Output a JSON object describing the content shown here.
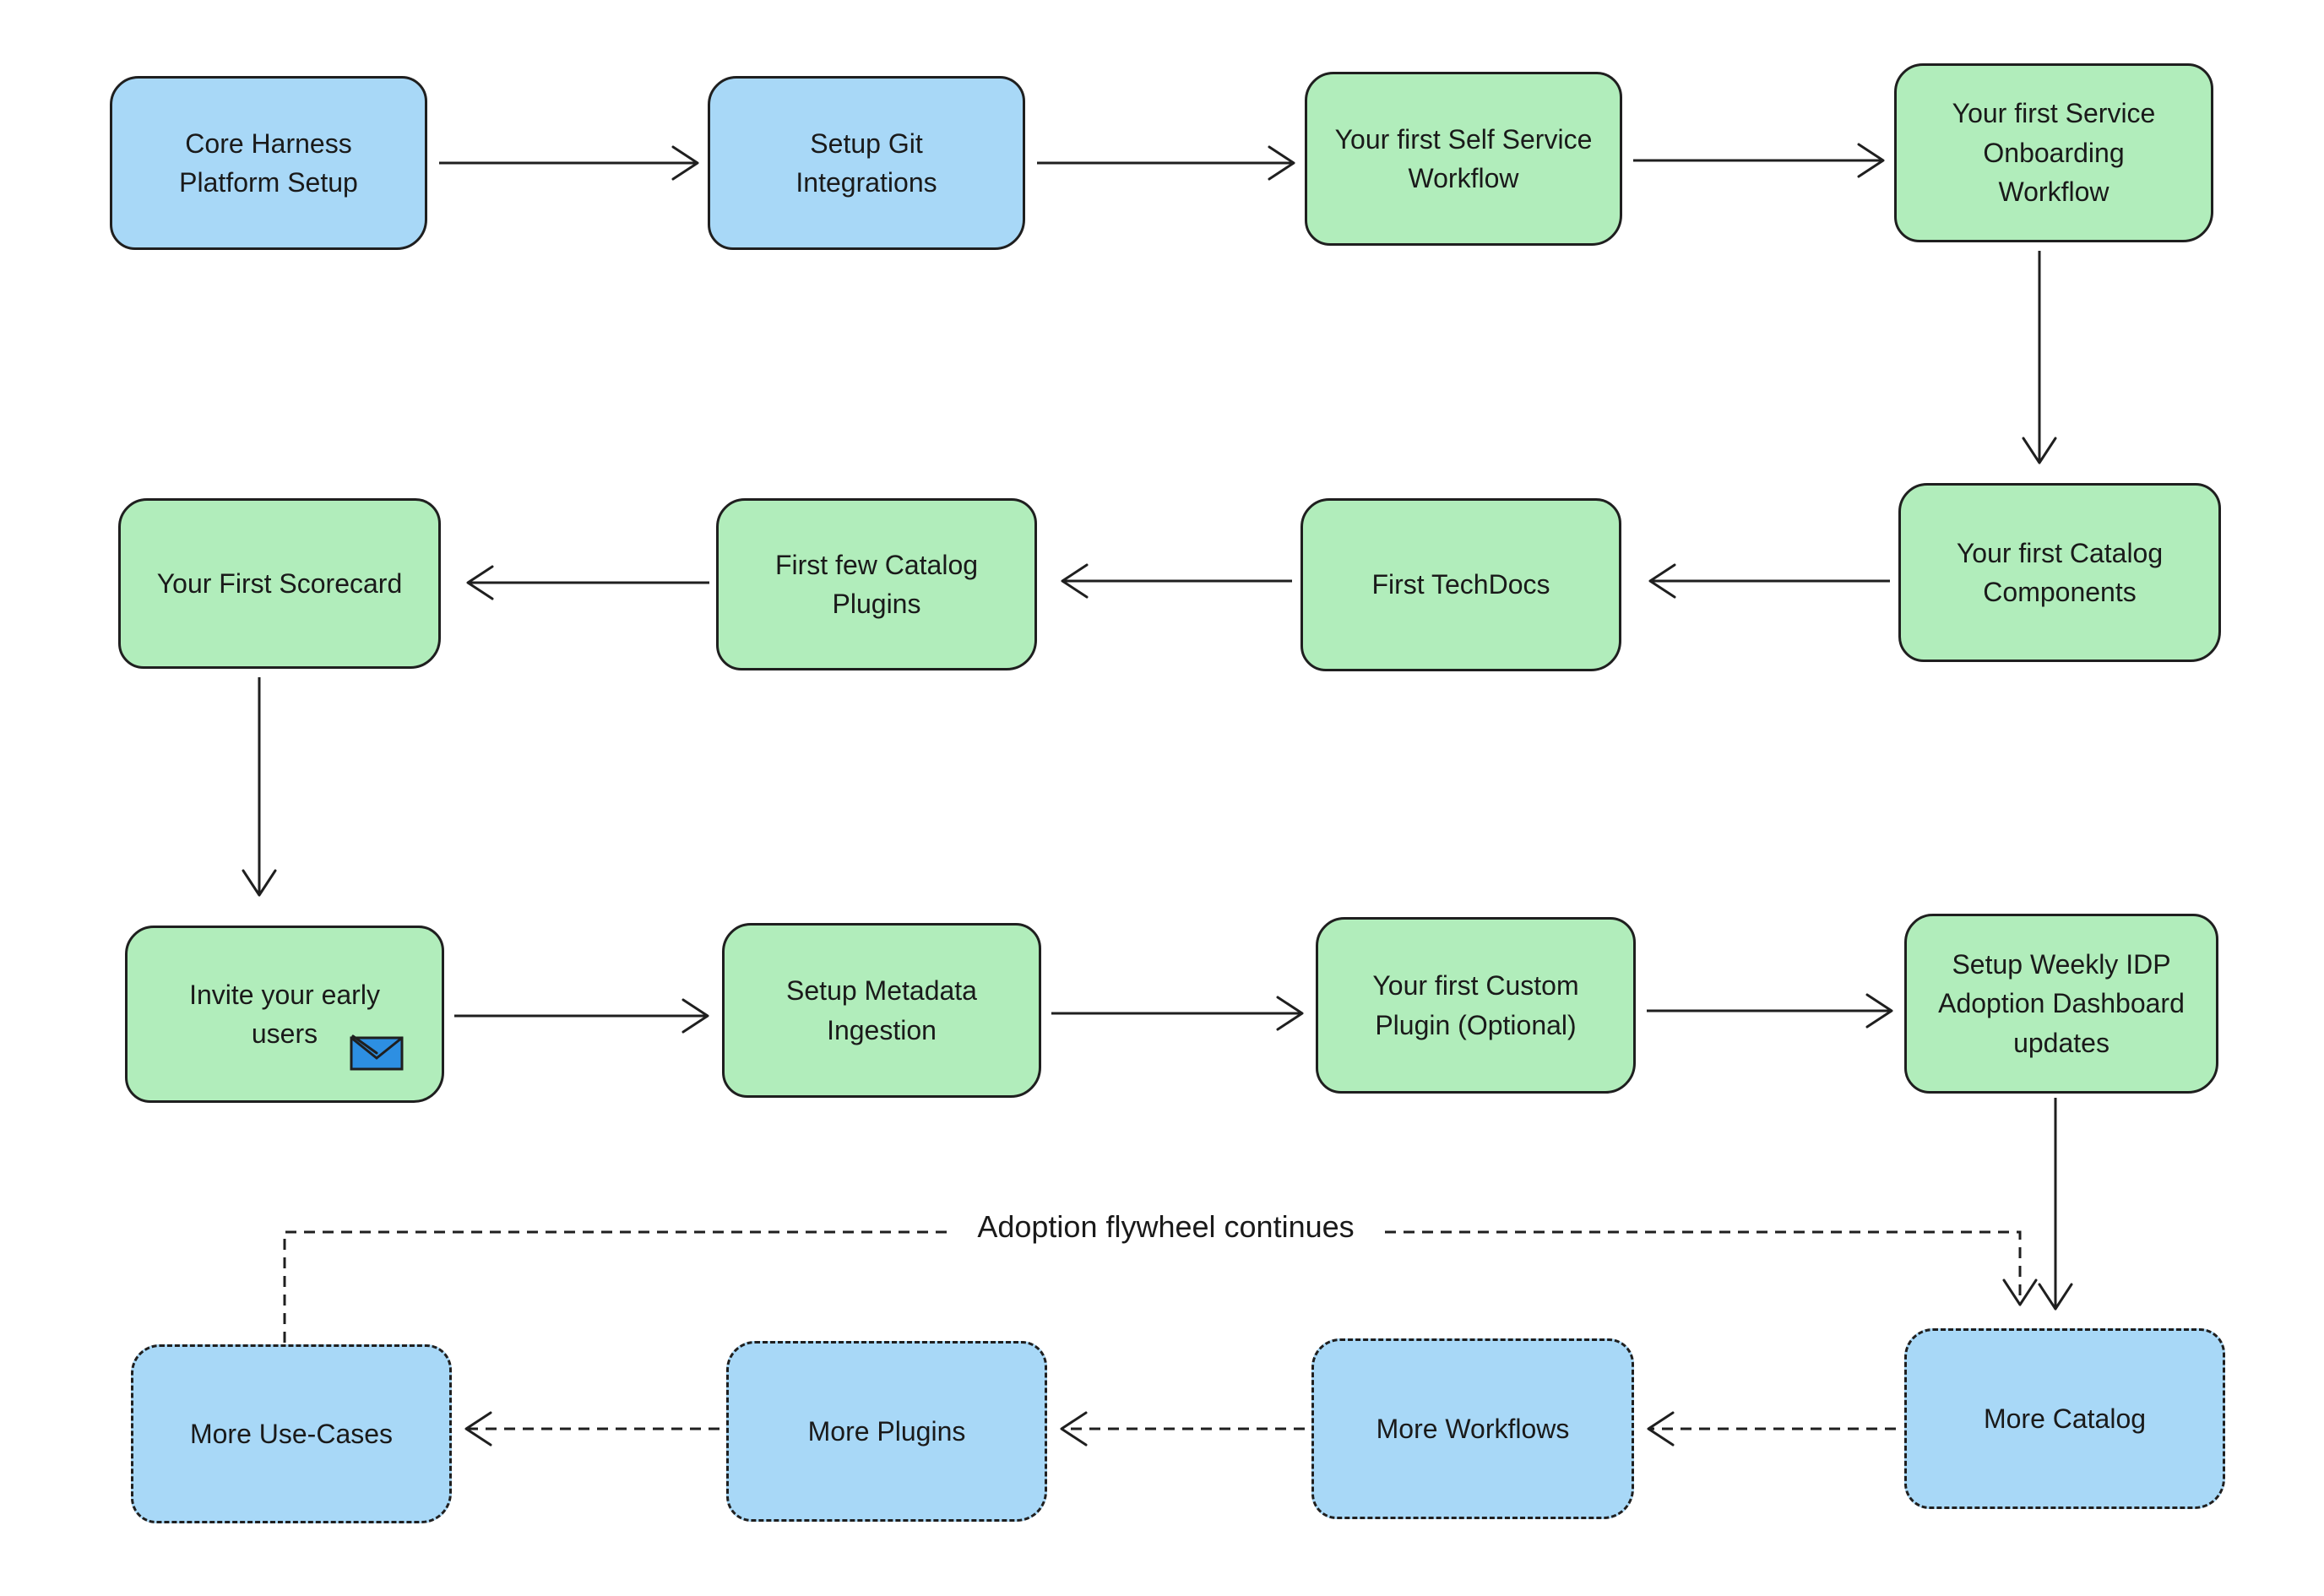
{
  "diagram": {
    "background": "#ffffff",
    "colors": {
      "blue_fill": "#a8d8f7",
      "green_fill": "#b1edbb",
      "stroke": "#1f1f1f",
      "text": "#1a1a1a",
      "envelope_fill": "#2d8fe2"
    },
    "nodes": [
      {
        "id": "core-harness-platform-setup",
        "label": "Core Harness Platform Setup",
        "color": "blue",
        "border": "solid"
      },
      {
        "id": "setup-git-integrations",
        "label": "Setup Git Integrations",
        "color": "blue",
        "border": "solid"
      },
      {
        "id": "first-self-service-workflow",
        "label": "Your first Self Service Workflow",
        "color": "green",
        "border": "solid"
      },
      {
        "id": "first-service-onboarding-workflow",
        "label": "Your first Service Onboarding Workflow",
        "color": "green",
        "border": "solid"
      },
      {
        "id": "your-first-scorecard",
        "label": "Your First Scorecard",
        "color": "green",
        "border": "solid"
      },
      {
        "id": "first-few-catalog-plugins",
        "label": "First few Catalog Plugins",
        "color": "green",
        "border": "solid"
      },
      {
        "id": "first-techdocs",
        "label": "First TechDocs",
        "color": "green",
        "border": "solid"
      },
      {
        "id": "first-catalog-components",
        "label": "Your first Catalog Components",
        "color": "green",
        "border": "solid"
      },
      {
        "id": "invite-early-users",
        "label": "Invite your early users",
        "color": "green",
        "border": "solid",
        "icon": "envelope-icon"
      },
      {
        "id": "setup-metadata-ingestion",
        "label": "Setup Metadata Ingestion",
        "color": "green",
        "border": "solid"
      },
      {
        "id": "first-custom-plugin",
        "label": "Your first Custom Plugin (Optional)",
        "color": "green",
        "border": "solid"
      },
      {
        "id": "weekly-idp-adoption-dashboard",
        "label": "Setup Weekly IDP Adoption Dashboard updates",
        "color": "green",
        "border": "solid"
      },
      {
        "id": "more-use-cases",
        "label": "More Use-Cases",
        "color": "blue",
        "border": "dashed"
      },
      {
        "id": "more-plugins",
        "label": "More Plugins",
        "color": "blue",
        "border": "dashed"
      },
      {
        "id": "more-workflows",
        "label": "More Workflows",
        "color": "blue",
        "border": "dashed"
      },
      {
        "id": "more-catalog",
        "label": "More Catalog",
        "color": "blue",
        "border": "dashed"
      }
    ],
    "edges": [
      {
        "from": "core-harness-platform-setup",
        "to": "setup-git-integrations",
        "style": "solid"
      },
      {
        "from": "setup-git-integrations",
        "to": "first-self-service-workflow",
        "style": "solid"
      },
      {
        "from": "first-self-service-workflow",
        "to": "first-service-onboarding-workflow",
        "style": "solid"
      },
      {
        "from": "first-service-onboarding-workflow",
        "to": "first-catalog-components",
        "style": "solid"
      },
      {
        "from": "first-catalog-components",
        "to": "first-techdocs",
        "style": "solid"
      },
      {
        "from": "first-techdocs",
        "to": "first-few-catalog-plugins",
        "style": "solid"
      },
      {
        "from": "first-few-catalog-plugins",
        "to": "your-first-scorecard",
        "style": "solid"
      },
      {
        "from": "your-first-scorecard",
        "to": "invite-early-users",
        "style": "solid"
      },
      {
        "from": "invite-early-users",
        "to": "setup-metadata-ingestion",
        "style": "solid"
      },
      {
        "from": "setup-metadata-ingestion",
        "to": "first-custom-plugin",
        "style": "solid"
      },
      {
        "from": "first-custom-plugin",
        "to": "weekly-idp-adoption-dashboard",
        "style": "solid"
      },
      {
        "from": "weekly-idp-adoption-dashboard",
        "to": "more-catalog",
        "style": "solid"
      },
      {
        "from": "more-use-cases",
        "to": "more-catalog",
        "style": "dashed",
        "label": "Adoption flywheel continues"
      },
      {
        "from": "more-catalog",
        "to": "more-workflows",
        "style": "dashed"
      },
      {
        "from": "more-workflows",
        "to": "more-plugins",
        "style": "dashed"
      },
      {
        "from": "more-plugins",
        "to": "more-use-cases",
        "style": "dashed"
      }
    ]
  }
}
